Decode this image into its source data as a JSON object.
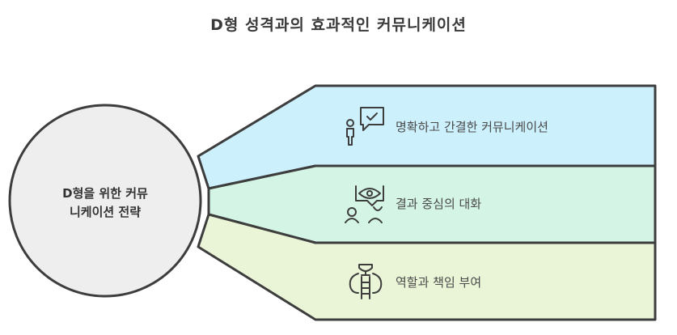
{
  "title": "D형 성격과의 효과적인 커뮤니케이션",
  "center": {
    "line1": "D형을 위한 커뮤",
    "line2": "니케이션 전략"
  },
  "items": [
    {
      "label": "명확하고 간결한 커뮤니케이션",
      "icon": "person-checkmark-speech-icon",
      "color": "#cdf0fd"
    },
    {
      "label": "결과 중심의 대화",
      "icon": "eye-people-conversation-icon",
      "color": "#d4f5e6"
    },
    {
      "label": "역할과 책임 부여",
      "icon": "trophy-ladder-icon",
      "color": "#eaf5d7"
    }
  ],
  "colors": {
    "circle": "#eeeeee",
    "stroke": "#3d3d3d"
  }
}
